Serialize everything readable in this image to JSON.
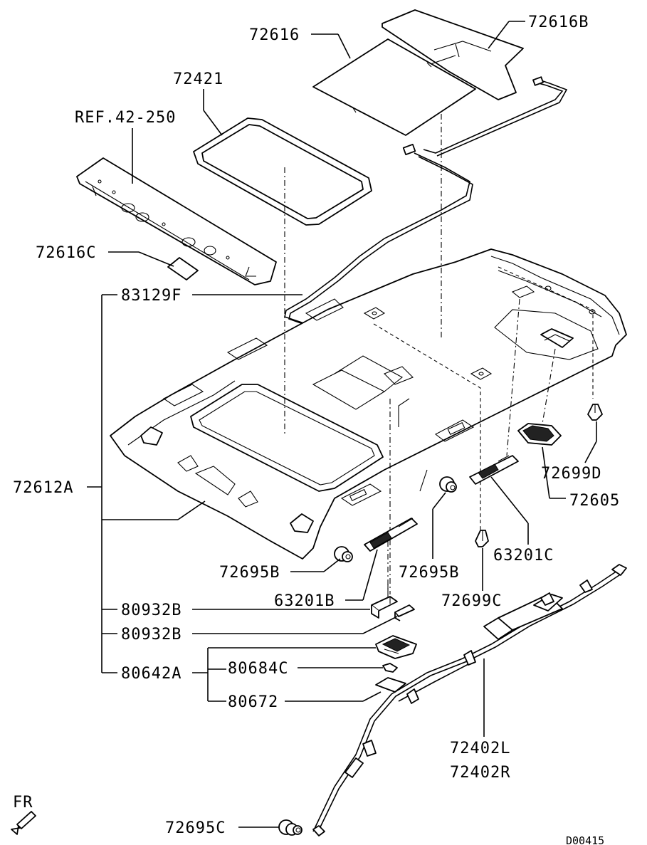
{
  "diagram": {
    "labels": {
      "p72616": "72616",
      "p72616B": "72616B",
      "p72421": "72421",
      "ref42250": "REF.42-250",
      "p72616C": "72616C",
      "p83129F": "83129F",
      "p72612A": "72612A",
      "p72699D": "72699D",
      "p72605": "72605",
      "p72695B_left": "72695B",
      "p72695B_right": "72695B",
      "p63201C": "63201C",
      "p63201B": "63201B",
      "p72699C": "72699C",
      "p80932B_1": "80932B",
      "p80932B_2": "80932B",
      "p80684C": "80684C",
      "p80642A": "80642A",
      "p80672": "80672",
      "p72402L": "72402L",
      "p72402R": "72402R",
      "p72695C": "72695C"
    },
    "direction": "FR",
    "code": "D00415"
  }
}
